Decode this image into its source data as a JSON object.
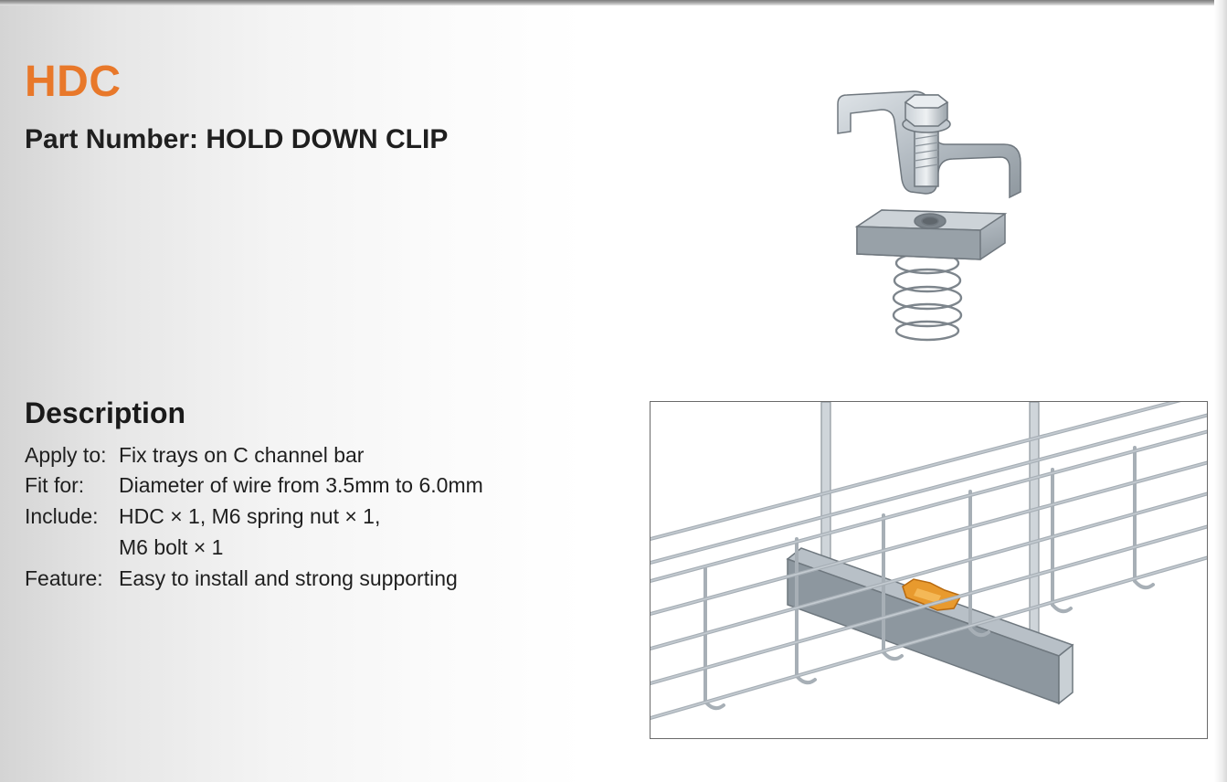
{
  "header": {
    "code": "HDC",
    "part_number": "Part Number: HOLD DOWN CLIP"
  },
  "description": {
    "heading": "Description",
    "rows": [
      {
        "label": "Apply to:",
        "value": "Fix trays on C channel bar"
      },
      {
        "label": "Fit  for:",
        "value": "Diameter of wire from 3.5mm to 6.0mm"
      },
      {
        "label": "Include:",
        "value": "HDC × 1,  M6 spring nut × 1,"
      },
      {
        "label": "",
        "value": "M6 bolt × 1"
      },
      {
        "label": "Feature:",
        "value": "Easy to install and strong supporting"
      }
    ]
  },
  "images": {
    "product_icon": "hold-down-clip-assembly",
    "installation_icon": "wire-mesh-tray-on-c-channel"
  },
  "colors": {
    "title": "#e8782a",
    "text": "#1f1f1f",
    "metal": "#b9c1c8",
    "clip_highlight": "#e89a2e"
  }
}
